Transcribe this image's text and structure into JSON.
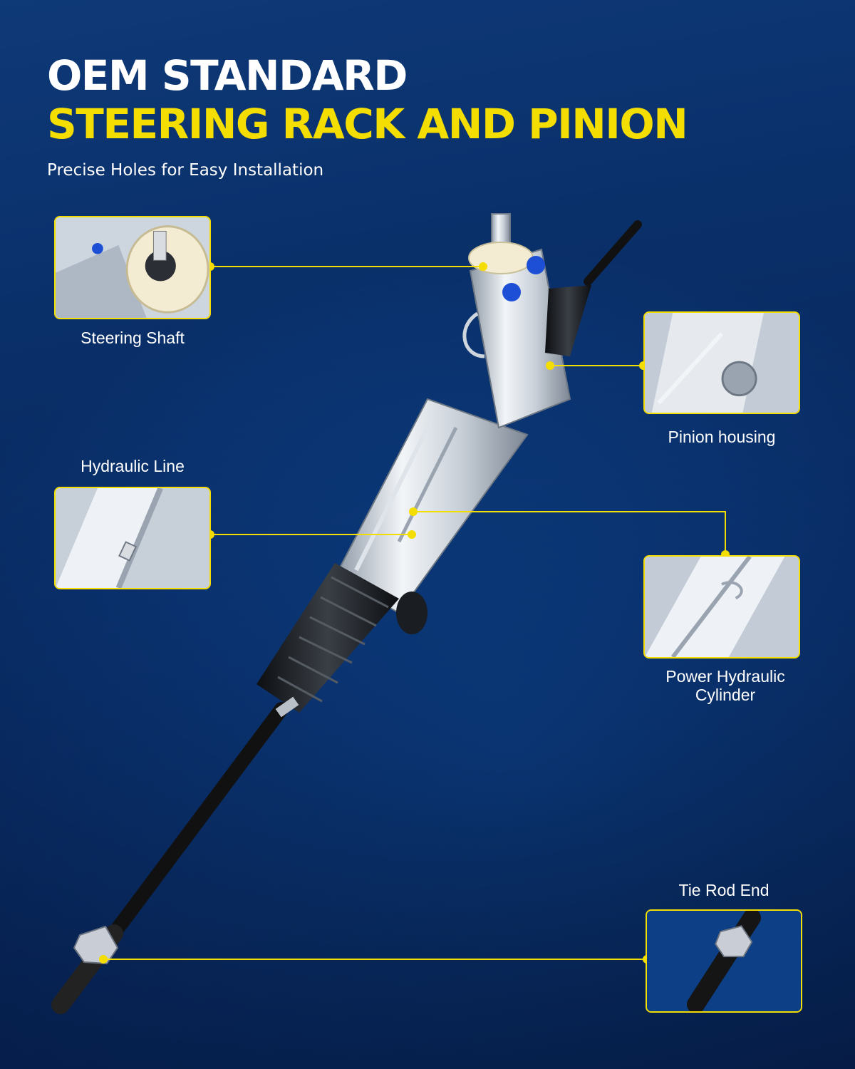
{
  "header": {
    "title_line1": "OEM STANDARD",
    "title_line2": "STEERING RACK AND PINION",
    "subtitle": "Precise Holes for Easy Installation"
  },
  "callouts": {
    "steering_shaft": "Steering Shaft",
    "pinion_housing": "Pinion housing",
    "hydraulic_line": "Hydraulic Line",
    "power_cylinder_line1": "Power Hydraulic",
    "power_cylinder_line2": "Cylinder",
    "tie_rod_end": "Tie Rod End"
  },
  "colors": {
    "accent_yellow": "#f4dd00",
    "title_white": "#ffffff",
    "background_blue": "#0b3a7c"
  }
}
